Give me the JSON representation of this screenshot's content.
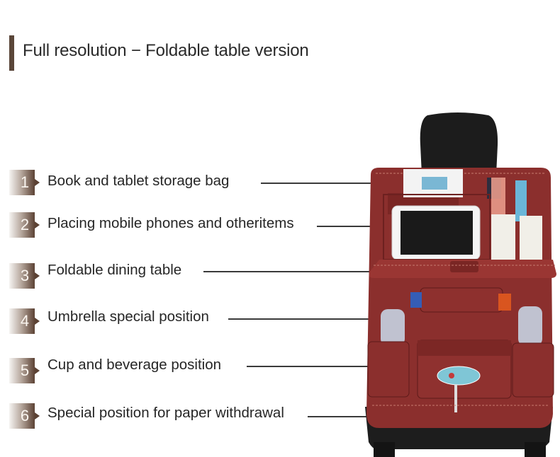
{
  "header": {
    "title": "Full resolution − Foldable table version"
  },
  "features": [
    {
      "number": "1",
      "label": "Book and tablet  storage bag"
    },
    {
      "number": "2",
      "label": "Placing mobile phones and otheritems"
    },
    {
      "number": "3",
      "label": "Foldable dining table"
    },
    {
      "number": "4",
      "label": "Umbrella special position"
    },
    {
      "number": "5",
      "label": "Cup and beverage position"
    },
    {
      "number": "6",
      "label": "Special position for paper withdrawal"
    }
  ],
  "colors": {
    "accent_bar": "#5a4639",
    "leather": "#8a2e2c",
    "leather_dark": "#5e1b1a",
    "seat": "#1e1e1e"
  },
  "icons": [
    "car-seat-organizer-illustration",
    "tablet-icon",
    "water-bottle-icon",
    "tissue-box-icon"
  ]
}
